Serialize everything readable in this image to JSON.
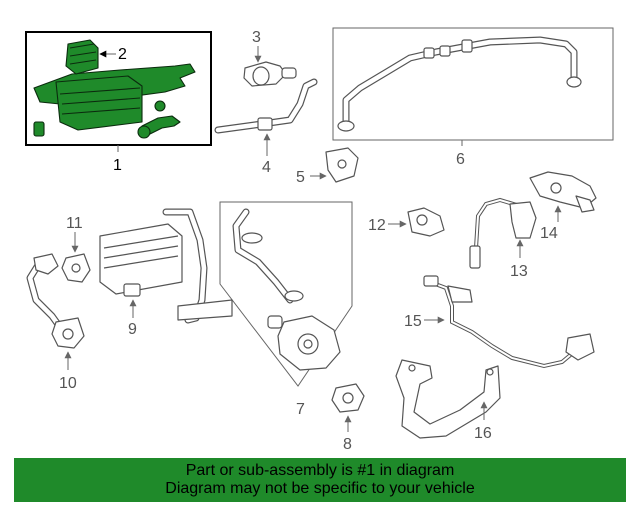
{
  "callouts": {
    "c1": "1",
    "c2": "2",
    "c3": "3",
    "c4": "4",
    "c5": "5",
    "c6": "6",
    "c7": "7",
    "c8": "8",
    "c9": "9",
    "c10": "10",
    "c11": "11",
    "c12": "12",
    "c13": "13",
    "c14": "14",
    "c15": "15",
    "c16": "16"
  },
  "highlighted_part": "1",
  "colors": {
    "highlight_green": "#1f8a2a",
    "line_gray": "#555555"
  },
  "banner": {
    "line1": "Part or sub-assembly is #1 in diagram",
    "line2": "Diagram may not be specific to your vehicle"
  }
}
